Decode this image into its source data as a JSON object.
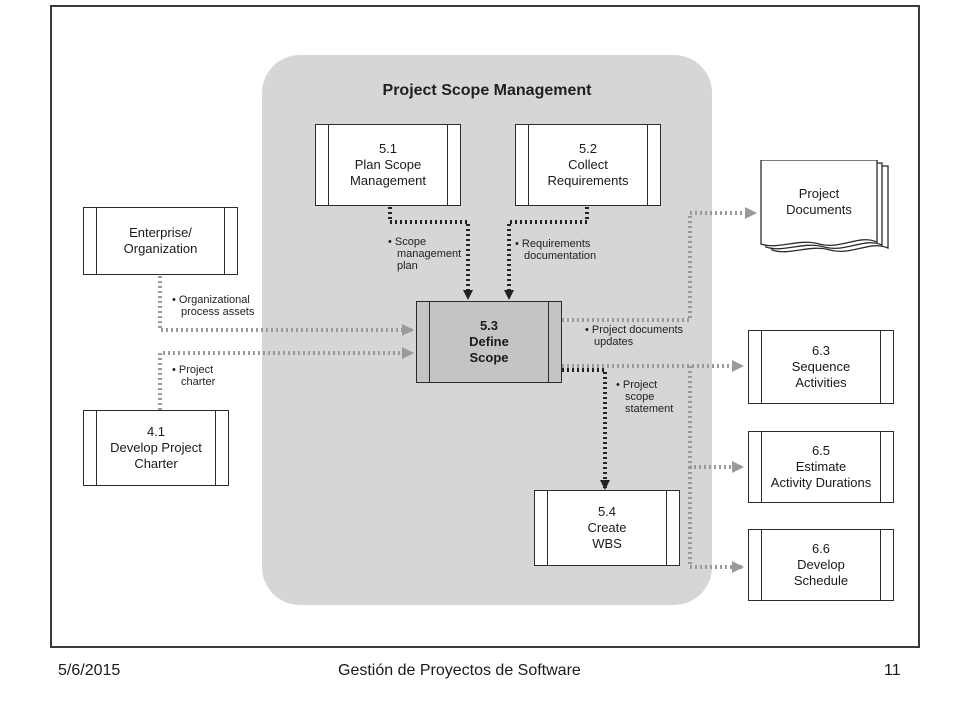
{
  "title": "Project Scope Management",
  "processes": {
    "p51": {
      "lines": [
        "5.1",
        "Plan Scope",
        "Management"
      ]
    },
    "p52": {
      "lines": [
        "5.2",
        "Collect",
        "Requirements"
      ]
    },
    "p53": {
      "lines": [
        "5.3",
        "Define",
        "Scope"
      ]
    },
    "p54": {
      "lines": [
        "5.4",
        "Create",
        "WBS"
      ]
    },
    "enterprise": {
      "lines": [
        "Enterprise/",
        "Organization"
      ]
    },
    "p41": {
      "lines": [
        "4.1",
        "Develop Project",
        "Charter"
      ]
    },
    "p63": {
      "lines": [
        "6.3",
        "Sequence",
        "Activities"
      ]
    },
    "p65": {
      "lines": [
        "6.5",
        "Estimate",
        "Activity Durations"
      ]
    },
    "p66": {
      "lines": [
        "6.6",
        "Develop",
        "Schedule"
      ]
    }
  },
  "documents": {
    "lines": [
      "Project",
      "Documents"
    ]
  },
  "flows": {
    "scope_plan": [
      "• Scope",
      "management",
      "plan"
    ],
    "requirements": [
      "• Requirements",
      "documentation"
    ],
    "org_assets": [
      "• Organizational",
      "process assets"
    ],
    "charter": [
      "• Project",
      "charter"
    ],
    "doc_updates": [
      "• Project documents",
      "updates"
    ],
    "scope_statement": [
      "• Project",
      "scope",
      "statement"
    ]
  },
  "footer": {
    "date": "5/6/2015",
    "course": "Gestión de Proyectos de Software",
    "page": "11"
  },
  "colors": {
    "panel": "#d6d6d6",
    "define_box": "#c4c4c4",
    "dark_arrow": "#222222",
    "gray_arrow": "#9a9a9a"
  }
}
